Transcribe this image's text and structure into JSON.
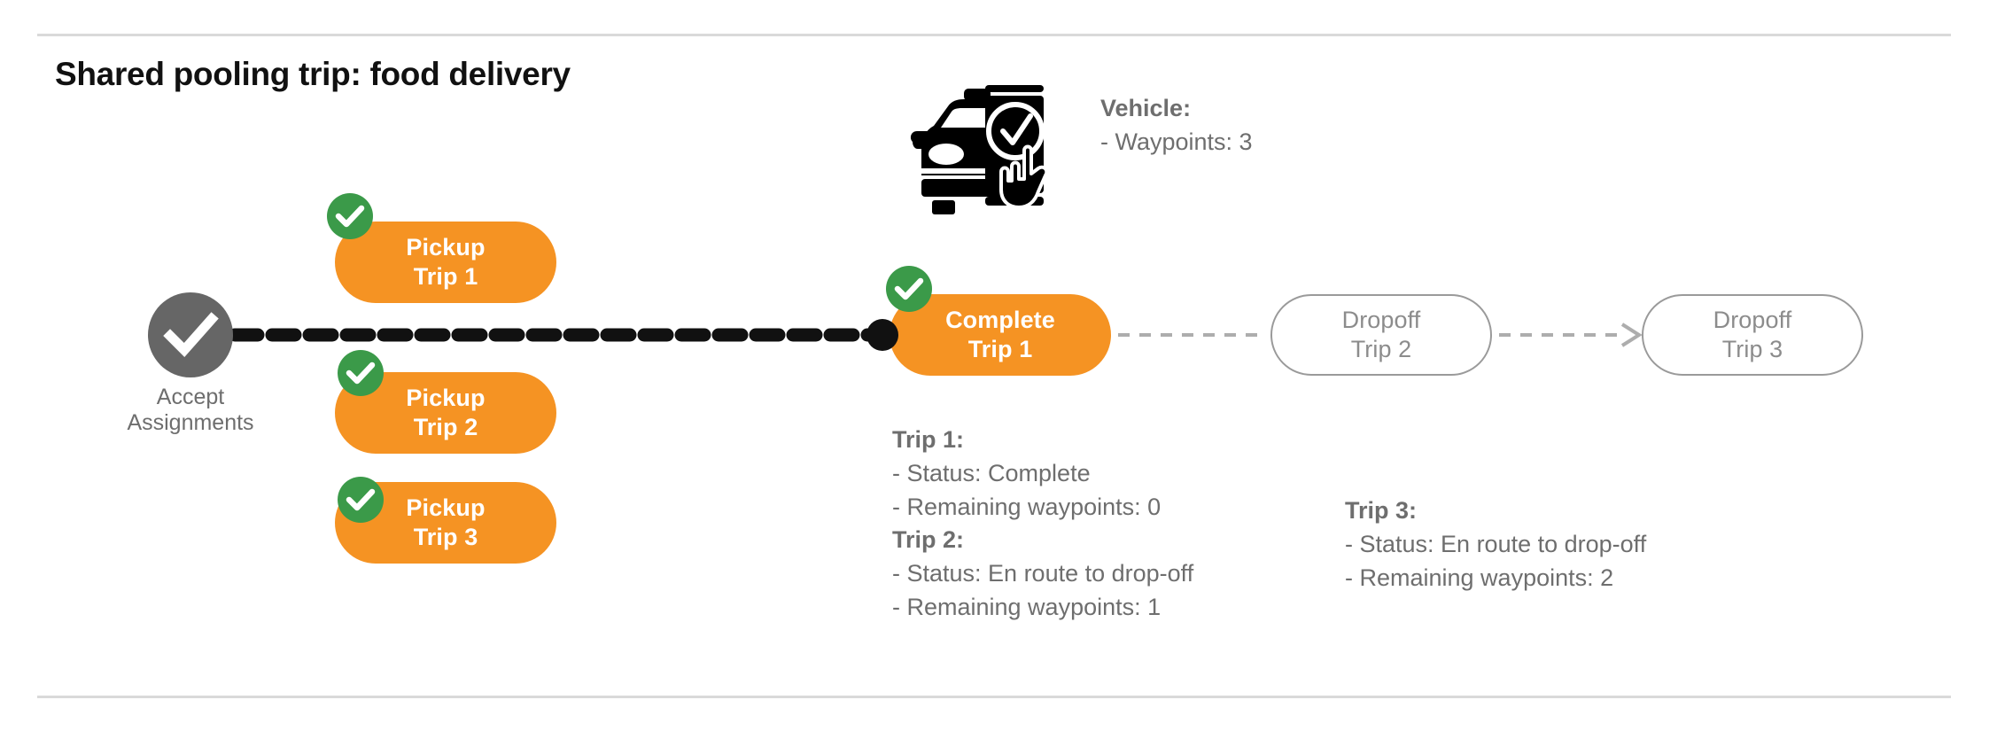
{
  "page": {
    "title": "Shared pooling trip: food delivery",
    "background": "#ffffff"
  },
  "colors": {
    "orange": "#F59323",
    "green_check": "#3B9A49",
    "gray_node": "#666666",
    "text_gray": "#6e6e6e",
    "ghost_border": "#9a9a9a",
    "divider": "#d9d9d9",
    "black": "#111111"
  },
  "flow": {
    "start_node": {
      "icon": "check-circle-icon",
      "label_line1": "Accept",
      "label_line2": "Assignments"
    },
    "pickups": [
      {
        "line1": "Pickup",
        "line2": "Trip 1",
        "completed": true
      },
      {
        "line1": "Pickup",
        "line2": "Trip 2",
        "completed": true
      },
      {
        "line1": "Pickup",
        "line2": "Trip 3",
        "completed": true
      }
    ],
    "complete_step": {
      "line1": "Complete",
      "line2": "Trip 1",
      "completed": true
    },
    "dropoffs": [
      {
        "line1": "Dropoff",
        "line2": "Trip 2",
        "completed": false
      },
      {
        "line1": "Dropoff",
        "line2": "Trip 3",
        "completed": false
      }
    ]
  },
  "vehicle_info": {
    "icon": "car-phone-check-tap-icon",
    "heading": "Vehicle:",
    "waypoints_line": "- Waypoints: 3"
  },
  "trip_info": {
    "trip1": {
      "heading": "Trip 1:",
      "status_line": "- Status:  Complete",
      "waypoints_line": "- Remaining waypoints: 0"
    },
    "trip2": {
      "heading": "Trip 2:",
      "status_line": "- Status:  En route to drop-off",
      "waypoints_line": "- Remaining waypoints: 1"
    },
    "trip3": {
      "heading": "Trip 3:",
      "status_line": "- Status:  En route to drop-off",
      "waypoints_line": "- Remaining waypoints: 2"
    }
  }
}
